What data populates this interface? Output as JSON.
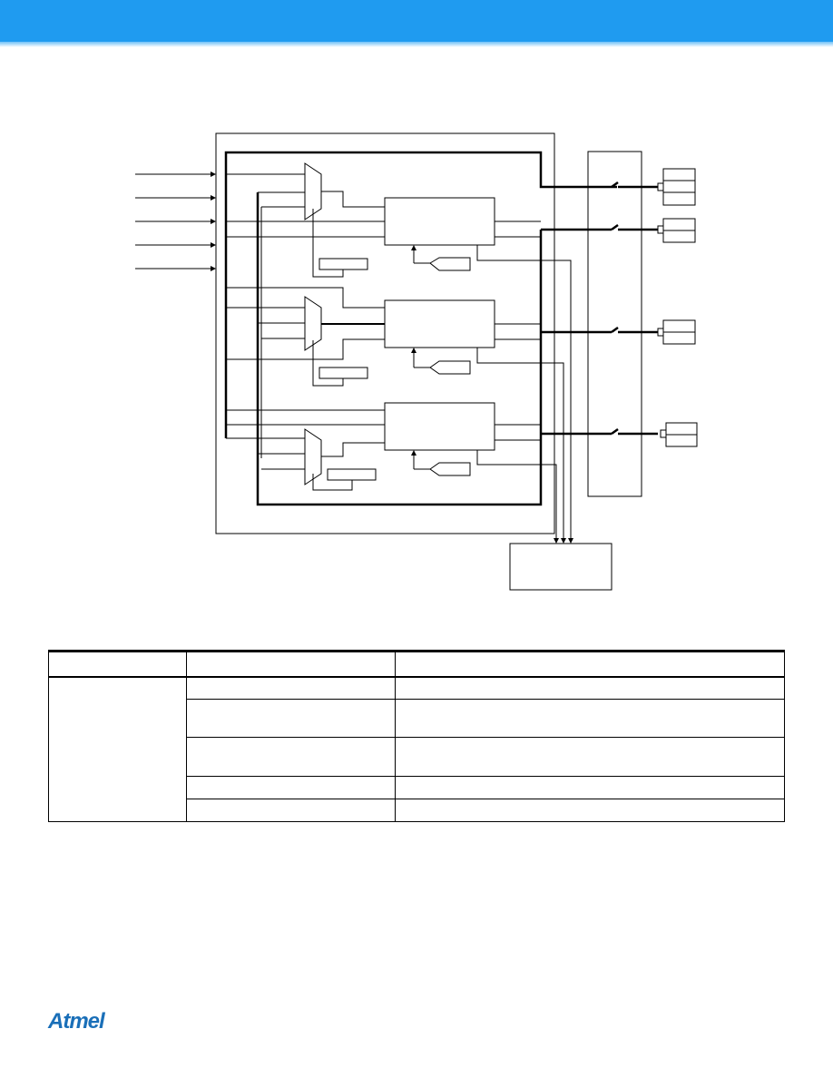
{
  "header": {
    "bar_color": "#1f9bf0"
  },
  "figure": {
    "diagram_kind": "block diagram",
    "input_count": 5,
    "channel_count": 3,
    "output_pin_count": 4
  },
  "table": {
    "columns": 3,
    "rows": [
      {
        "group": "",
        "signal": "",
        "description": ""
      },
      {
        "group": "",
        "signal": "",
        "description": ""
      },
      {
        "group": "",
        "signal": "",
        "description": ""
      },
      {
        "group": "",
        "signal": "",
        "description": ""
      },
      {
        "group": "",
        "signal": "",
        "description": ""
      }
    ]
  },
  "footer": {
    "logo_text": "Atmel",
    "logo_color": "#1a6fb8"
  }
}
